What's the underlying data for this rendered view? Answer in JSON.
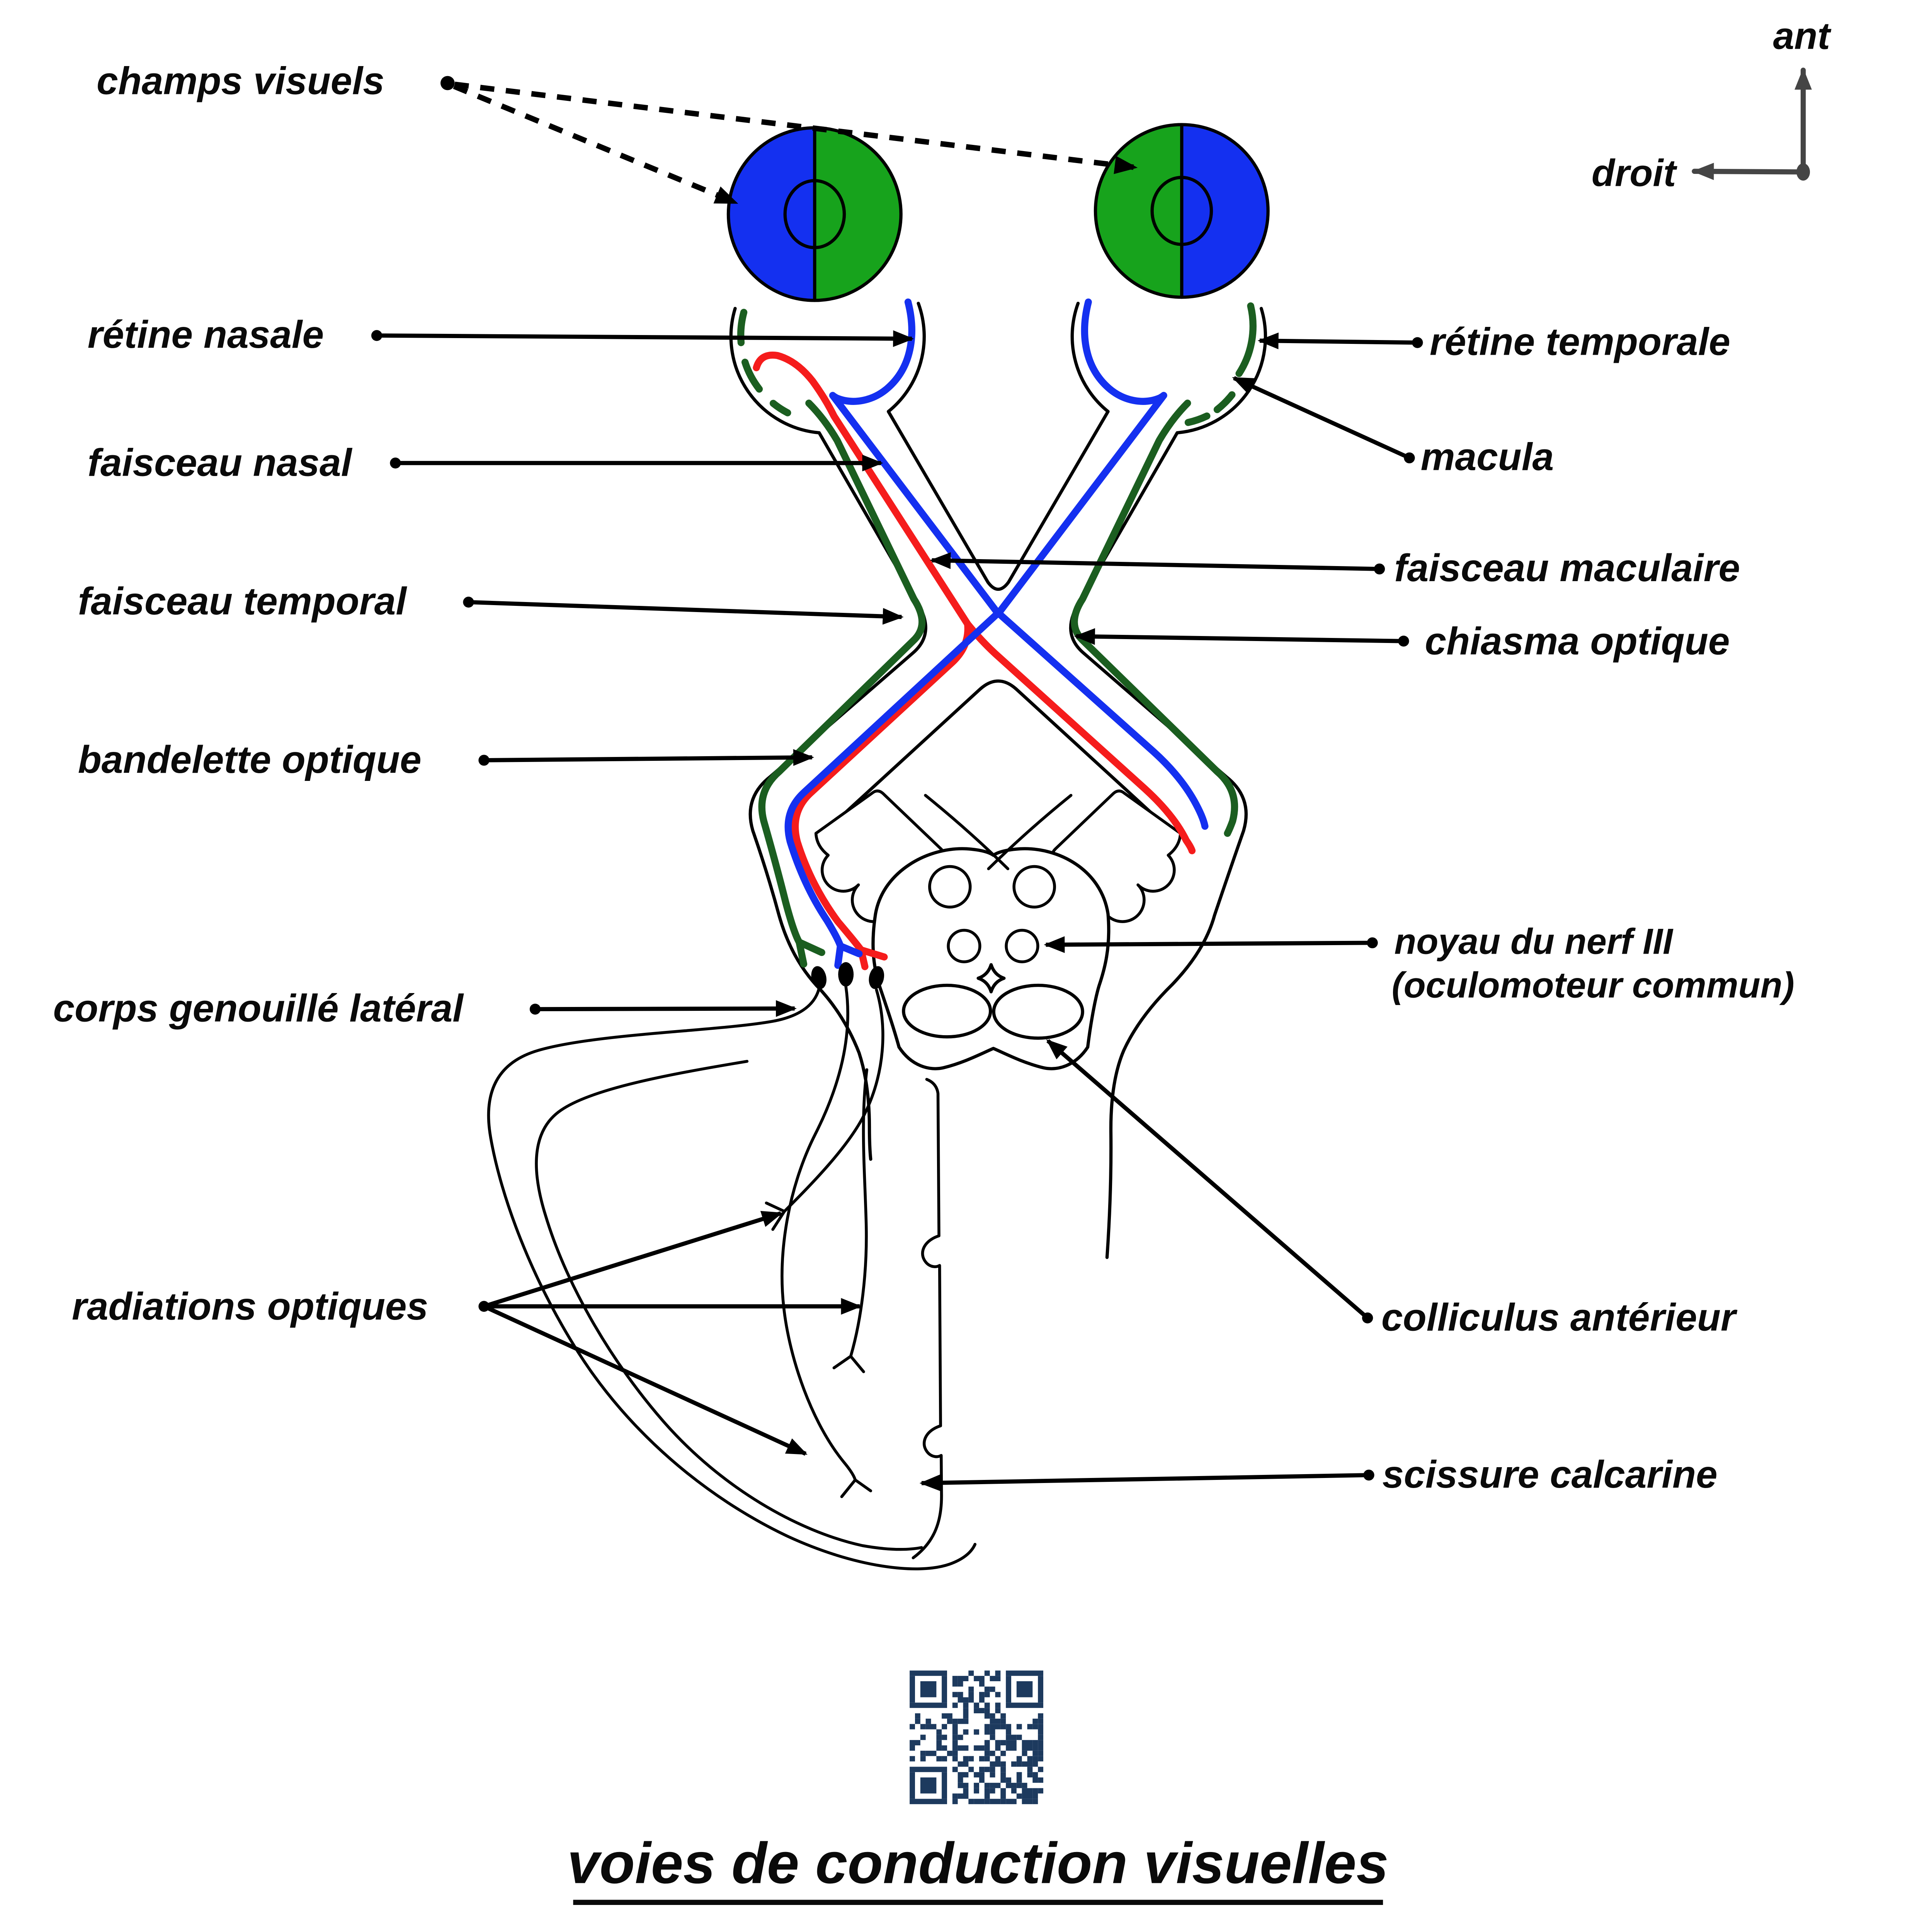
{
  "title": {
    "text": "voies de conduction visuelles"
  },
  "axis": {
    "up_label": "ant",
    "left_label": "droit"
  },
  "labels": {
    "champs_visuels": "champs visuels",
    "retine_nasale": "rétine nasale",
    "faisceau_nasal": "faisceau nasal",
    "faisceau_temporal": "faisceau temporal",
    "bandelette_optique": "bandelette optique",
    "corps_genouille_lateral": "corps genouillé latéral",
    "radiations_optiques": "radiations optiques",
    "retine_temporale": "rétine temporale",
    "macula": "macula",
    "faisceau_maculaire": "faisceau maculaire",
    "chiasma_optique": "chiasma optique",
    "noyau_nerf_iii_line1": "noyau du nerf III",
    "noyau_nerf_iii_line2": "(oculomoteur commun)",
    "colliculus_anterieur": "colliculus antérieur",
    "scissure_calcarine": "scissure calcarine"
  },
  "colors": {
    "nasal_fiber_blue": "#1430f0",
    "temporal_fiber_green": "#1b5e20",
    "macular_fiber_red": "#f51c1c",
    "visual_field_green": "#17a31c",
    "visual_field_blue": "#1430f0",
    "pupil_red": "#f73232",
    "qr_navy": "#1d3a5e",
    "axis_gray": "#454545",
    "ink": "#000000"
  }
}
